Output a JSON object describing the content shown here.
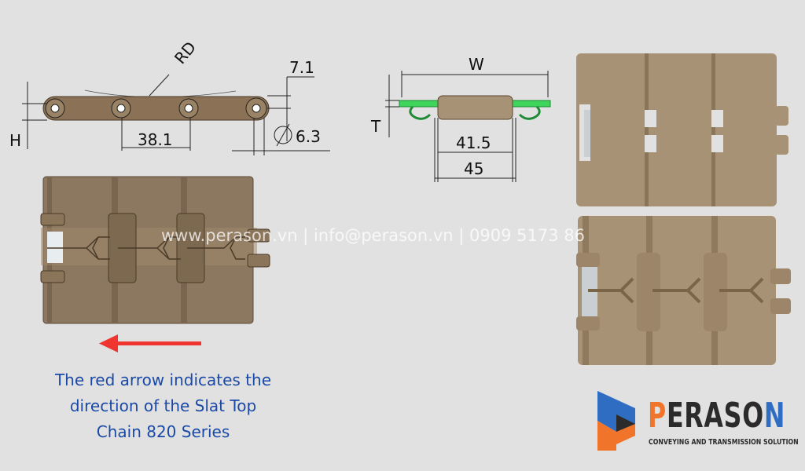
{
  "side_view": {
    "label_rd": "RD",
    "label_h": "H",
    "dim_pitch": "38.1",
    "dim_top": "7.1",
    "dim_pin": "6.3"
  },
  "end_view": {
    "label_w": "W",
    "label_t": "T",
    "dim_inner": "41.5",
    "dim_outer": "45"
  },
  "watermark": "www.perason.vn | info@perason.vn | 0909 5173 86",
  "caption": [
    "The red arrow indicates the",
    "direction of the Slat Top",
    "Chain 820 Series"
  ],
  "logo": {
    "brand_p": "P",
    "brand_mid": "ERASO",
    "brand_n": "N",
    "tagline": "CONVEYING AND TRANSMISSION SOLUTION"
  },
  "colors": {
    "chain": "#a89276",
    "arrow": "#f0342f",
    "caption": "#1a49a8",
    "logo_orange": "#f0742a",
    "logo_blue": "#2f6dc2",
    "guide_green": "#3ed65a"
  }
}
